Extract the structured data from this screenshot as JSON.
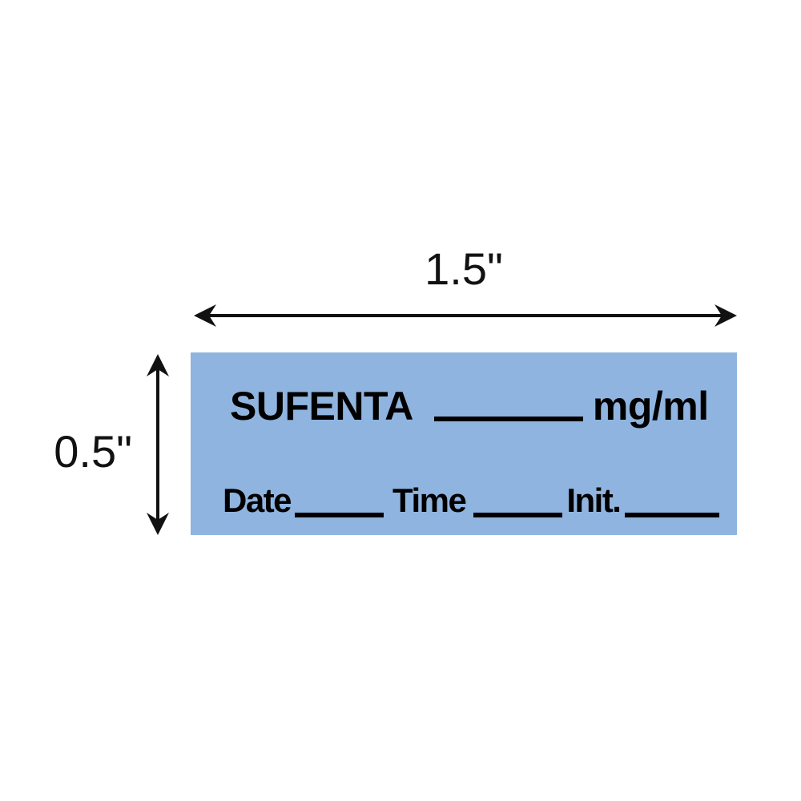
{
  "dimensions": {
    "width_label": "1.5\"",
    "height_label": "0.5\""
  },
  "label": {
    "drug_name": "SUFENTA",
    "concentration_unit": "mg/ml",
    "date_label": "Date",
    "time_label": "Time",
    "init_label": "Init.",
    "background_color": "#8FB4DF",
    "text_color": "#000000",
    "line_color": "#111111"
  }
}
